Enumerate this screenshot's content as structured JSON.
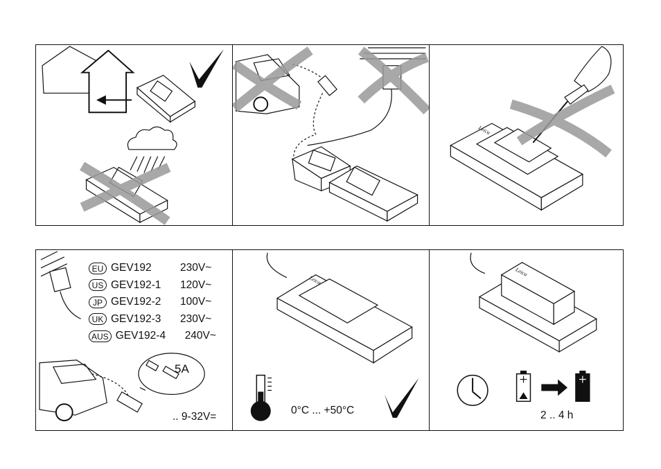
{
  "models": [
    {
      "region": "EU",
      "model": "GEV192",
      "voltage": "230V~"
    },
    {
      "region": "US",
      "model": "GEV192-1",
      "voltage": "120V~"
    },
    {
      "region": "JP",
      "model": "GEV192-2",
      "voltage": "100V~"
    },
    {
      "region": "UK",
      "model": "GEV192-3",
      "voltage": "230V~"
    },
    {
      "region": "AUS",
      "model": "GEV192-4",
      "voltage": "240V~"
    }
  ],
  "fuse_rating": "5A",
  "car_voltage": ".. 9-32V=",
  "temperature_range": "0°C ... +50°C",
  "charge_time": "2 .. 4 h",
  "brand_mark": "Leica",
  "colors": {
    "line": "#111111",
    "cross": "#9a9a9a"
  },
  "icons": [
    "house-icon",
    "check-icon",
    "rain-cloud-icon",
    "car-icon",
    "wall-adapter-icon",
    "screwdriver-icon",
    "thermometer-icon",
    "clock-icon",
    "battery-icon",
    "arrow-right-icon"
  ]
}
